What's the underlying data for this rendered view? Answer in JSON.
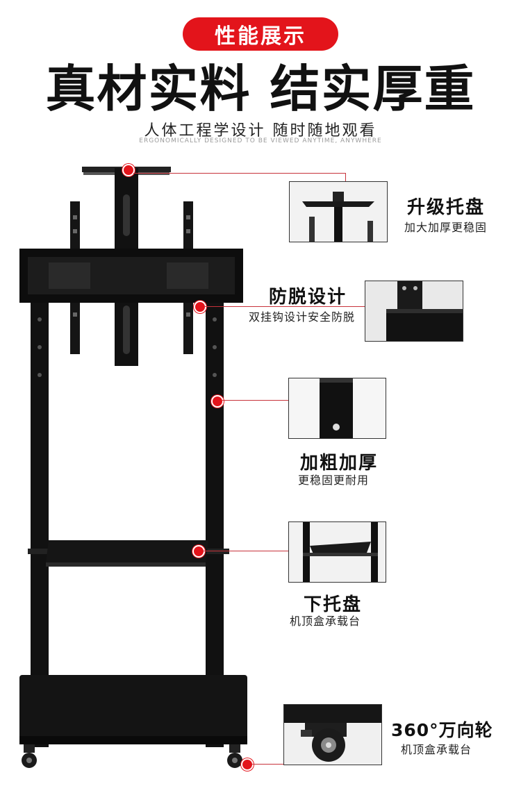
{
  "header": {
    "badge": "性能展示",
    "headline": "真材实料 结实厚重",
    "subline": "人体工程学设计 随时随地观看",
    "subline_en": "ERGONOMICALLY DESIGNED TO BE VIEWED ANYTIME, ANYWHERE"
  },
  "features": [
    {
      "title": "升级托盘",
      "desc": "加大加厚更稳固",
      "icon": "tray-detail"
    },
    {
      "title": "防脱设计",
      "desc": "双挂钩设计安全防脱",
      "icon": "hook-detail"
    },
    {
      "title": "加粗加厚",
      "desc": "更稳固更耐用",
      "icon": "column-detail"
    },
    {
      "title": "下托盘",
      "desc": "机顶盒承载台",
      "icon": "shelf-detail"
    },
    {
      "title": "360°万向轮",
      "desc": "机顶盒承载台",
      "icon": "caster-detail"
    }
  ],
  "colors": {
    "accent": "#e3141b",
    "product": "#111111"
  }
}
